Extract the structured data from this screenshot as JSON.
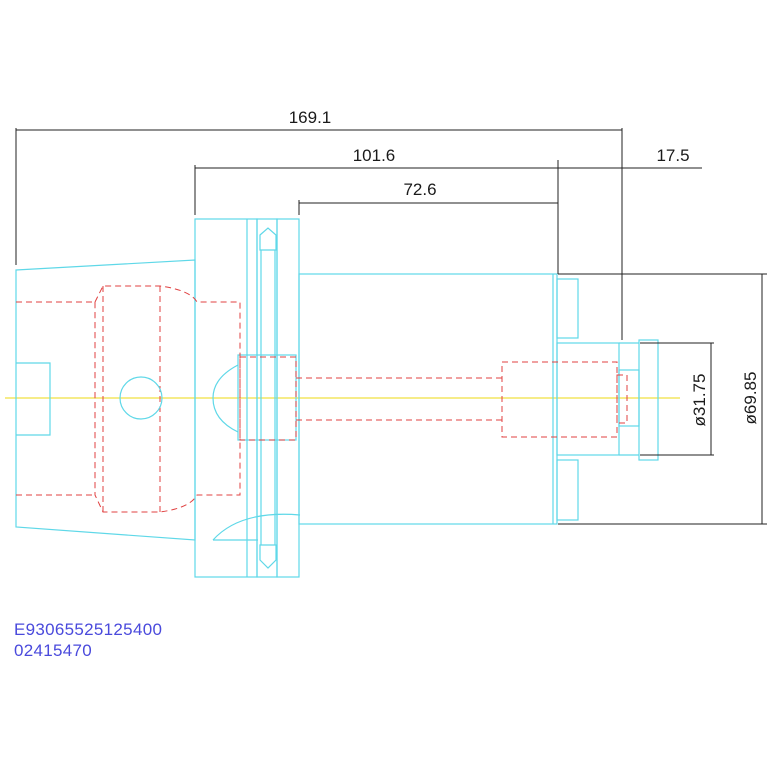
{
  "dimensions": {
    "overall_length": "169.1",
    "gauge_length": "101.6",
    "body_length": "72.6",
    "nut_length": "17.5",
    "bore_diameter": "ø31.75",
    "body_diameter": "ø69.85"
  },
  "part_codes": {
    "line1": "E93065525125400",
    "line2": "02415470"
  },
  "colors": {
    "outline": "#5fd8e8",
    "hidden": "#e04040",
    "centerline": "#f0e040",
    "dimension": "#222222",
    "code_text": "#4a4adc"
  }
}
